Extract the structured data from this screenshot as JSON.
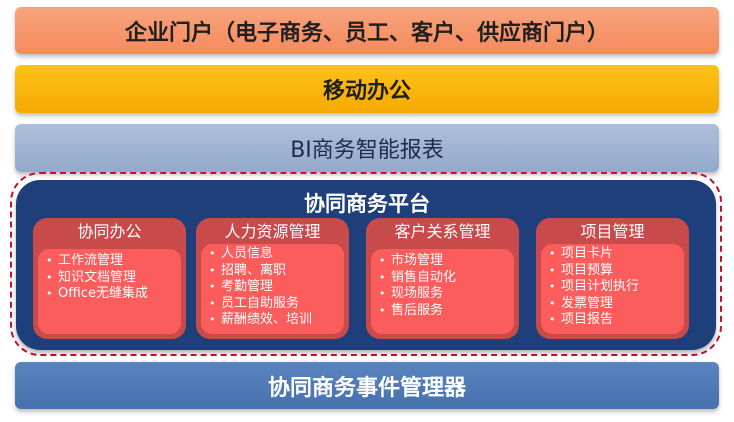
{
  "layers": {
    "portal": "企业门户（电子商务、员工、客户、供应商门户）",
    "mobile": "移动办公",
    "bi": "BI商务智能报表",
    "event_manager": "协同商务事件管理器"
  },
  "platform": {
    "title": "协同商务平台",
    "modules": [
      {
        "title": "协同办公",
        "items": [
          "工作流管理",
          "知识文档管理",
          "Office无缝集成"
        ]
      },
      {
        "title": "人力资源管理",
        "items": [
          "人员信息",
          "招聘、离职",
          "考勤管理",
          "员工自助服务",
          "薪酬绩效、培训"
        ]
      },
      {
        "title": "客户关系管理",
        "items": [
          "市场管理",
          "销售自动化",
          "现场服务",
          "售后服务"
        ]
      },
      {
        "title": "项目管理",
        "items": [
          "项目卡片",
          "项目预算",
          "项目计划执行",
          "发票管理",
          "项目报告"
        ]
      }
    ]
  },
  "colors": {
    "portal": "#f58a5c",
    "mobile": "#f4a900",
    "bi": "#93a9cc",
    "platform": "#1e3f7a",
    "module": "#c94a4a",
    "module_body": "#fb5c5c",
    "event_manager": "#4671ad",
    "dashed_border": "#c8102e"
  }
}
